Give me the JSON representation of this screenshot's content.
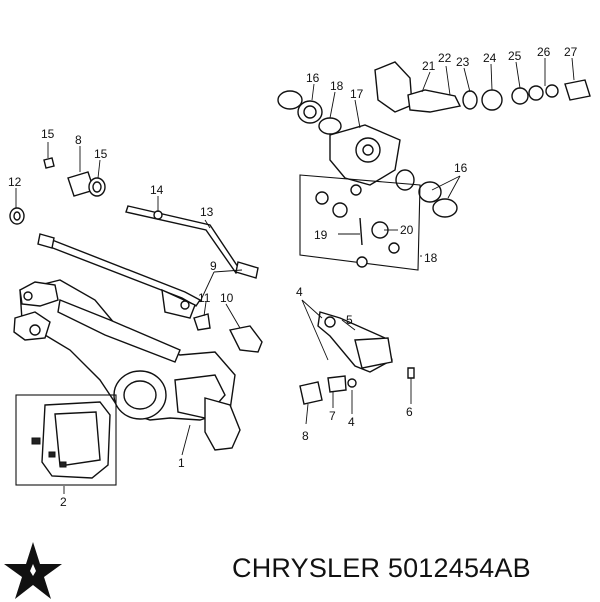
{
  "diagram": {
    "callouts": {
      "c1": "1",
      "c2": "2",
      "c4a": "4",
      "c4b": "4",
      "c5": "5",
      "c6": "6",
      "c7": "7",
      "c8a": "8",
      "c8b": "8",
      "c9": "9",
      "c10": "10",
      "c11": "11",
      "c12": "12",
      "c13": "13",
      "c14": "14",
      "c15a": "15",
      "c15b": "15",
      "c16a": "16",
      "c16b": "16",
      "c17": "17",
      "c18a": "18",
      "c18b": "18",
      "c19": "19",
      "c20": "20",
      "c21": "21",
      "c22": "22",
      "c23": "23",
      "c24": "24",
      "c25": "25",
      "c26": "26",
      "c27": "27"
    }
  },
  "footer": {
    "brand_logo": "chrysler-pentastar-logo",
    "brand": "CHRYSLER",
    "part_number": "5012454AB"
  }
}
